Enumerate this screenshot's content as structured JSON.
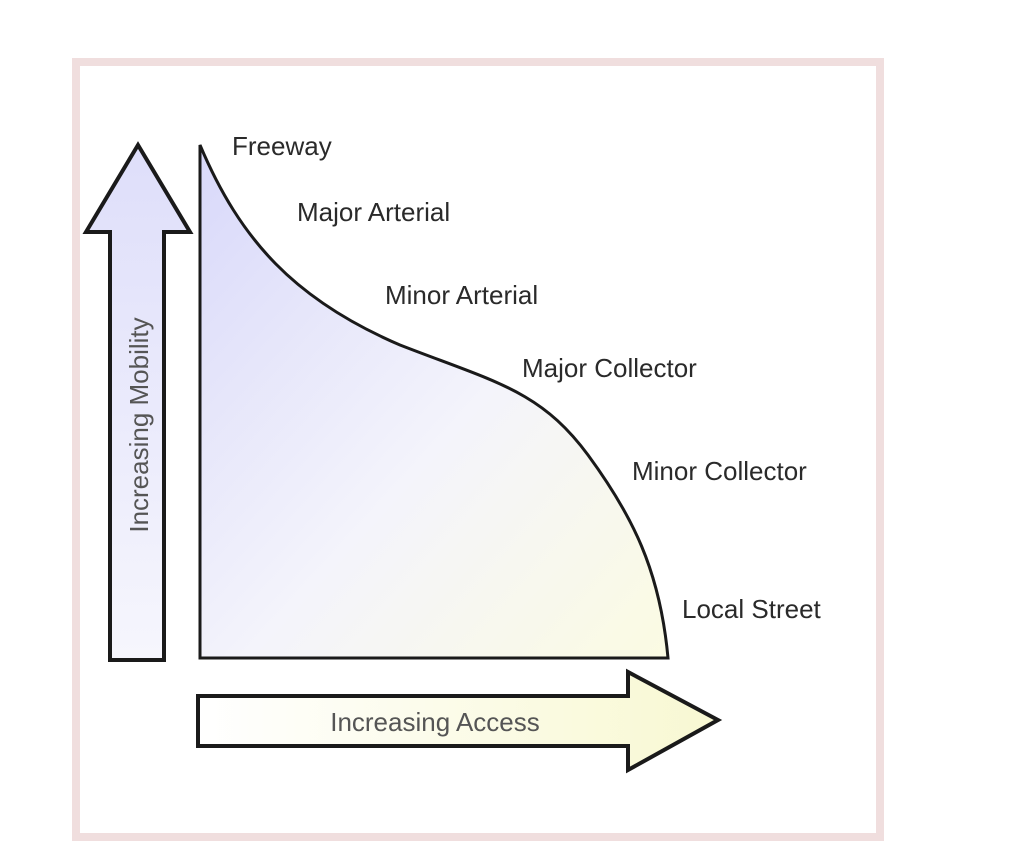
{
  "diagram": {
    "road_classes": [
      {
        "label": "Freeway"
      },
      {
        "label": "Major Arterial"
      },
      {
        "label": "Minor Arterial"
      },
      {
        "label": "Major Collector"
      },
      {
        "label": "Minor Collector"
      },
      {
        "label": "Local Street"
      }
    ],
    "vertical_axis_label": "Increasing Mobility",
    "horizontal_axis_label": "Increasing Access",
    "colors": {
      "frame_border": "#f0dede",
      "curve_fill_top": "#dcdcfa",
      "curve_fill_bottom": "#fbfbe6",
      "vertical_arrow_fill": "#e4e4fb",
      "horizontal_arrow_fill_start": "#ffffff",
      "horizontal_arrow_fill_end": "#fafad7",
      "stroke": "#1a1a1a"
    }
  }
}
